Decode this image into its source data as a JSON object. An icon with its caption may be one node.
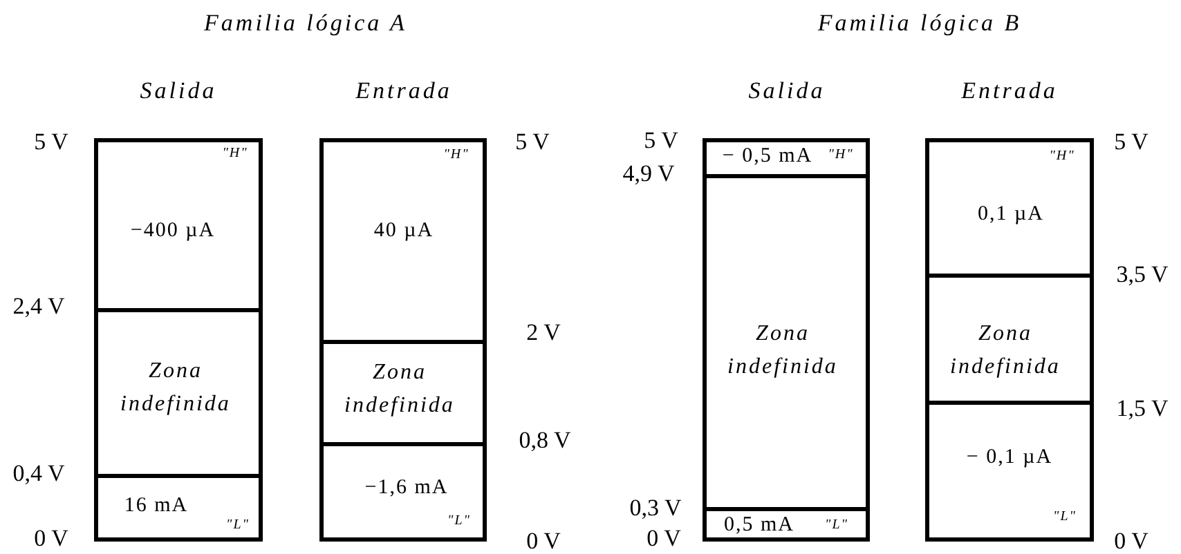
{
  "diagram": {
    "nodes": [
      {
        "text": [
          "\"H\"",
          "−400 µA"
        ]
      },
      {
        "text": [
          "Zona indefinida"
        ]
      },
      {
        "text": [
          "16 mA",
          "\"L\""
        ]
      },
      {
        "text": [
          "\"H\"",
          "40 µA"
        ]
      },
      {
        "text": [
          "Zona indefinida"
        ]
      },
      {
        "text": [
          "−1,6 mA",
          "\"L\""
        ]
      },
      {
        "text": [
          "− 0,5 mA",
          "\"H\""
        ]
      },
      {
        "text": [
          "Zona indefinida"
        ]
      },
      {
        "text": [
          "0,5 mA",
          "\"L\""
        ]
      },
      {
        "text": [
          "\"H\"",
          "0,1 µA"
        ]
      },
      {
        "text": [
          "Zona indefinida"
        ]
      },
      {
        "text": [
          "− 0,1 µA",
          "\"L\""
        ]
      }
    ],
    "labels": [
      "Familia lógica A",
      "Familia lógica B",
      "Salida",
      "Entrada",
      "Salida",
      "Entrada",
      "5 V",
      "2,4 V",
      "0,4 V",
      "0 V",
      "5 V",
      "2 V",
      "0,8 V",
      "0 V",
      "5 V",
      "4,9 V",
      "0,3 V",
      "0 V",
      "5 V",
      "3,5 V",
      "1,5 V",
      "0 V"
    ]
  }
}
